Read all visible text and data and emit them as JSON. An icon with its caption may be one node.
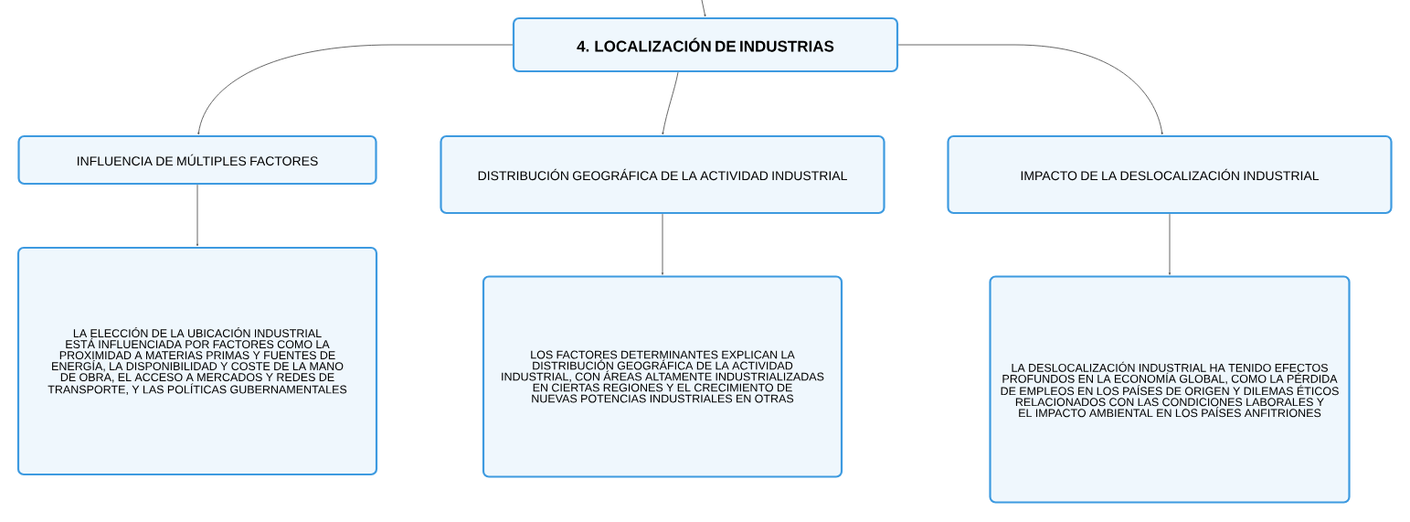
{
  "diagram": {
    "nodes": [
      {
        "text": [
          "4. LOCALIZACIÓN DE INDUSTRIAS"
        ]
      },
      {
        "text": [
          "INFLUENCIA DE MÚLTIPLES FACTORES"
        ]
      },
      {
        "text": [
          "DISTRIBUCIÓN GEOGRÁFICA DE LA ACTIVIDAD INDUSTRIAL"
        ]
      },
      {
        "text": [
          "IMPACTO DE LA DESLOCALIZACIÓN INDUSTRIAL"
        ]
      },
      {
        "text": [
          "LA ELECCIÓN DE LA UBICACIÓN INDUSTRIAL ESTÁ INFLUENCIADA POR FACTORES COMO LA PROXIMIDAD A MATERIAS PRIMAS Y FUENTES DE ENERGÍA, LA DISPONIBILIDAD Y COSTE DE LA MANO DE OBRA, EL ACCESO A MERCADOS Y REDES DE TRANSPORTE, Y LAS POLÍTICAS GUBERNAMENTALES"
        ]
      },
      {
        "text": [
          "LOS FACTORES DETERMINANTES EXPLICAN LA DISTRIBUCIÓN GEOGRÁFICA DE LA ACTIVIDAD INDUSTRIAL, CON ÁREAS ALTAMENTE INDUSTRIALIZADAS EN CIERTAS REGIONES Y EL CRECIMIENTO DE NUEVAS POTENCIAS INDUSTRIALES EN OTRAS"
        ]
      },
      {
        "text": [
          "LA DESLOCALIZACIÓN INDUSTRIAL HA TENIDO EFECTOS PROFUNDOS EN LA ECONOMÍA GLOBAL, COMO LA PÉRDIDA DE EMPLEOS EN LOS PAÍSES DE ORIGEN Y DILEMAS ÉTICOS RELACIONADOS CON LAS CONDICIONES LABORALES Y EL IMPACTO AMBIENTAL EN LOS PAÍSES ANFITRIONES"
        ]
      }
    ],
    "edges": [
      {
        "from": null,
        "to": 0,
        "arrow": "to"
      },
      {
        "from": 0,
        "to": 1,
        "arrow": "to"
      },
      {
        "from": 0,
        "to": 2,
        "arrow": "to"
      },
      {
        "from": 0,
        "to": 3,
        "arrow": "to"
      },
      {
        "from": 1,
        "to": 4,
        "arrow": "to"
      },
      {
        "from": 2,
        "to": 5,
        "arrow": "to"
      },
      {
        "from": 3,
        "to": 6,
        "arrow": "to"
      }
    ]
  }
}
